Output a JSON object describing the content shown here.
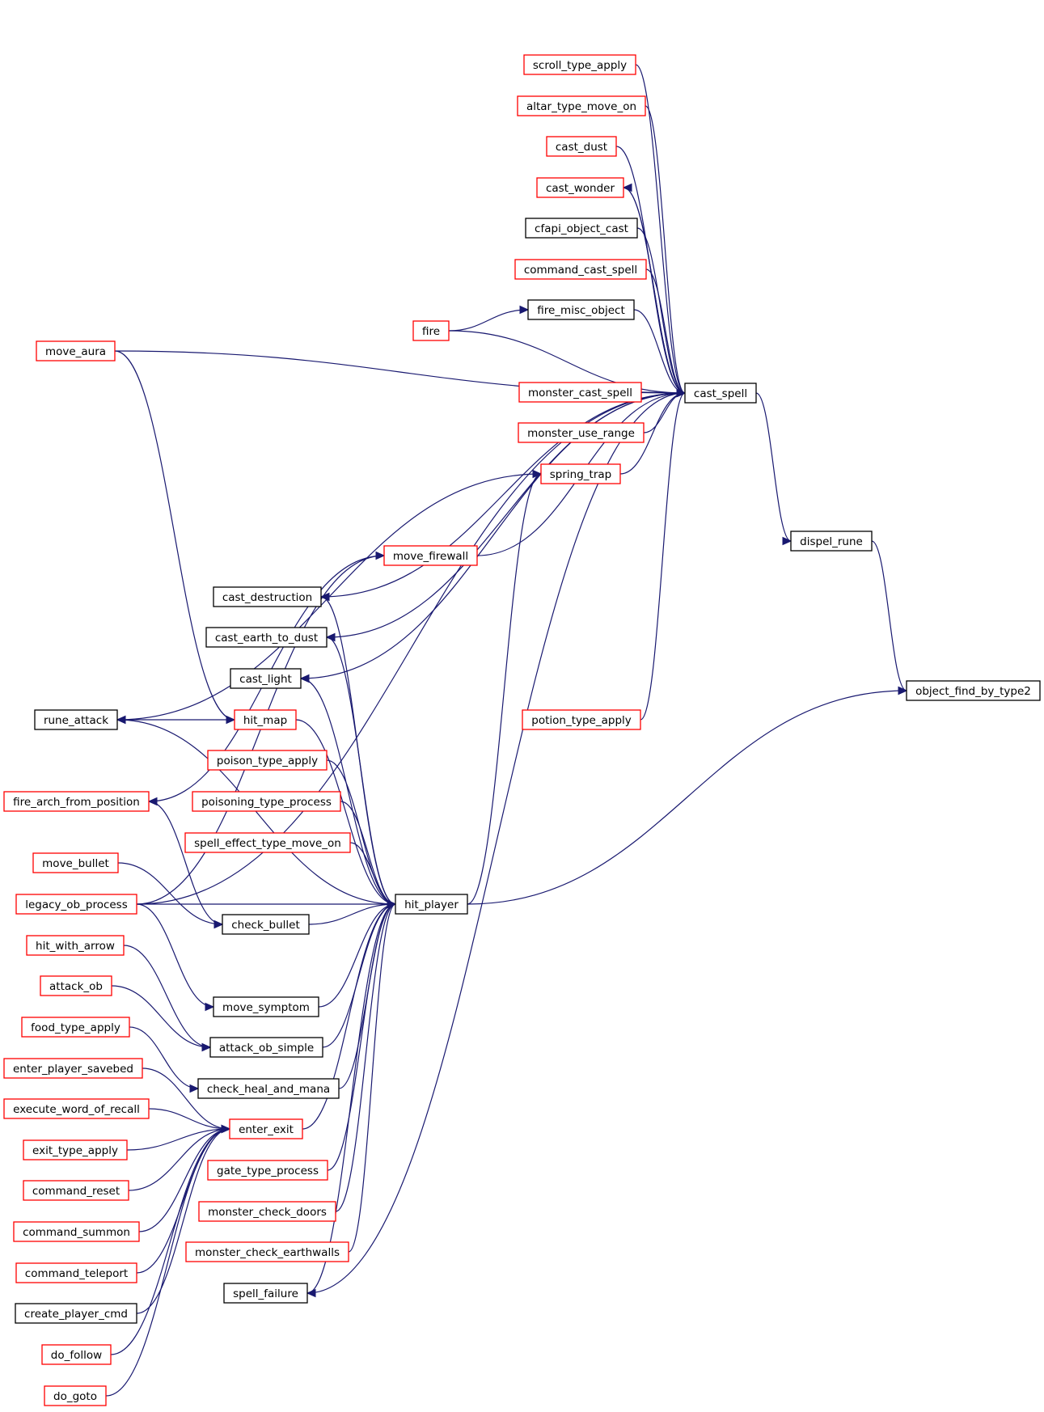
{
  "colors": {
    "edge": "#191970",
    "border_documented": "#000000",
    "border_undocumented": "#ff0000",
    "focus_fill": "#bfbfbf",
    "background": "#ffffff"
  },
  "nodes": {
    "object_find_by_type2": {
      "label": "object_find_by_type2",
      "status": "focus"
    },
    "dispel_rune": {
      "label": "dispel_rune",
      "status": "documented"
    },
    "cast_spell": {
      "label": "cast_spell",
      "status": "documented"
    },
    "hit_player": {
      "label": "hit_player",
      "status": "documented"
    },
    "scroll_type_apply": {
      "label": "scroll_type_apply",
      "status": "undocumented"
    },
    "altar_type_move_on": {
      "label": "altar_type_move_on",
      "status": "undocumented"
    },
    "cast_dust": {
      "label": "cast_dust",
      "status": "undocumented"
    },
    "cast_wonder": {
      "label": "cast_wonder",
      "status": "undocumented"
    },
    "cfapi_object_cast": {
      "label": "cfapi_object_cast",
      "status": "documented"
    },
    "command_cast_spell": {
      "label": "command_cast_spell",
      "status": "undocumented"
    },
    "fire_misc_object": {
      "label": "fire_misc_object",
      "status": "documented"
    },
    "fire": {
      "label": "fire",
      "status": "undocumented"
    },
    "monster_cast_spell": {
      "label": "monster_cast_spell",
      "status": "undocumented"
    },
    "monster_use_range": {
      "label": "monster_use_range",
      "status": "undocumented"
    },
    "spring_trap": {
      "label": "spring_trap",
      "status": "undocumented"
    },
    "move_firewall": {
      "label": "move_firewall",
      "status": "undocumented"
    },
    "cast_destruction": {
      "label": "cast_destruction",
      "status": "documented"
    },
    "cast_earth_to_dust": {
      "label": "cast_earth_to_dust",
      "status": "documented"
    },
    "cast_light": {
      "label": "cast_light",
      "status": "documented"
    },
    "potion_type_apply": {
      "label": "potion_type_apply",
      "status": "undocumented"
    },
    "move_aura": {
      "label": "move_aura",
      "status": "undocumented"
    },
    "rune_attack": {
      "label": "rune_attack",
      "status": "documented"
    },
    "hit_map": {
      "label": "hit_map",
      "status": "undocumented"
    },
    "fire_arch_from_position": {
      "label": "fire_arch_from_position",
      "status": "undocumented"
    },
    "move_bullet": {
      "label": "move_bullet",
      "status": "undocumented"
    },
    "legacy_ob_process": {
      "label": "legacy_ob_process",
      "status": "undocumented"
    },
    "hit_with_arrow": {
      "label": "hit_with_arrow",
      "status": "undocumented"
    },
    "attack_ob": {
      "label": "attack_ob",
      "status": "undocumented"
    },
    "food_type_apply": {
      "label": "food_type_apply",
      "status": "undocumented"
    },
    "enter_player_savebed": {
      "label": "enter_player_savebed",
      "status": "undocumented"
    },
    "execute_word_of_recall": {
      "label": "execute_word_of_recall",
      "status": "undocumented"
    },
    "exit_type_apply": {
      "label": "exit_type_apply",
      "status": "undocumented"
    },
    "command_reset": {
      "label": "command_reset",
      "status": "undocumented"
    },
    "command_summon": {
      "label": "command_summon",
      "status": "undocumented"
    },
    "command_teleport": {
      "label": "command_teleport",
      "status": "undocumented"
    },
    "create_player_cmd": {
      "label": "create_player_cmd",
      "status": "documented"
    },
    "do_follow": {
      "label": "do_follow",
      "status": "undocumented"
    },
    "do_goto": {
      "label": "do_goto",
      "status": "undocumented"
    },
    "poison_type_apply": {
      "label": "poison_type_apply",
      "status": "undocumented"
    },
    "poisoning_type_process": {
      "label": "poisoning_type_process",
      "status": "undocumented"
    },
    "spell_effect_type_move_on": {
      "label": "spell_effect_type_move_on",
      "status": "undocumented"
    },
    "check_bullet": {
      "label": "check_bullet",
      "status": "documented"
    },
    "move_symptom": {
      "label": "move_symptom",
      "status": "documented"
    },
    "attack_ob_simple": {
      "label": "attack_ob_simple",
      "status": "documented"
    },
    "check_heal_and_mana": {
      "label": "check_heal_and_mana",
      "status": "documented"
    },
    "enter_exit": {
      "label": "enter_exit",
      "status": "undocumented"
    },
    "gate_type_process": {
      "label": "gate_type_process",
      "status": "undocumented"
    },
    "monster_check_doors": {
      "label": "monster_check_doors",
      "status": "undocumented"
    },
    "monster_check_earthwalls": {
      "label": "monster_check_earthwalls",
      "status": "undocumented"
    },
    "spell_failure": {
      "label": "spell_failure",
      "status": "documented"
    }
  },
  "edges": [
    [
      "dispel_rune",
      "object_find_by_type2"
    ],
    [
      "hit_player",
      "object_find_by_type2"
    ],
    [
      "cast_spell",
      "dispel_rune"
    ],
    [
      "scroll_type_apply",
      "cast_spell"
    ],
    [
      "altar_type_move_on",
      "cast_spell"
    ],
    [
      "cast_dust",
      "cast_spell"
    ],
    [
      "cast_wonder",
      "cast_spell"
    ],
    [
      "cast_spell",
      "cast_wonder"
    ],
    [
      "cfapi_object_cast",
      "cast_spell"
    ],
    [
      "command_cast_spell",
      "cast_spell"
    ],
    [
      "fire_misc_object",
      "cast_spell"
    ],
    [
      "fire",
      "fire_misc_object"
    ],
    [
      "fire",
      "cast_spell"
    ],
    [
      "monster_cast_spell",
      "cast_spell"
    ],
    [
      "monster_use_range",
      "cast_spell"
    ],
    [
      "spring_trap",
      "cast_spell"
    ],
    [
      "move_aura",
      "cast_spell"
    ],
    [
      "legacy_ob_process",
      "cast_spell"
    ],
    [
      "move_firewall",
      "cast_spell"
    ],
    [
      "cast_spell",
      "cast_destruction"
    ],
    [
      "cast_spell",
      "cast_earth_to_dust"
    ],
    [
      "cast_spell",
      "cast_light"
    ],
    [
      "potion_type_apply",
      "cast_spell"
    ],
    [
      "cast_spell",
      "spell_failure"
    ],
    [
      "spring_trap",
      "rune_attack"
    ],
    [
      "hit_player",
      "spring_trap"
    ],
    [
      "move_aura",
      "hit_map"
    ],
    [
      "legacy_ob_process",
      "move_firewall"
    ],
    [
      "move_firewall",
      "fire_arch_from_position"
    ],
    [
      "hit_map",
      "rune_attack"
    ],
    [
      "rune_attack",
      "hit_player"
    ],
    [
      "hit_player",
      "cast_destruction"
    ],
    [
      "hit_player",
      "cast_earth_to_dust"
    ],
    [
      "hit_player",
      "cast_light"
    ],
    [
      "hit_map",
      "hit_player"
    ],
    [
      "poison_type_apply",
      "hit_player"
    ],
    [
      "poisoning_type_process",
      "hit_player"
    ],
    [
      "spell_effect_type_move_on",
      "hit_player"
    ],
    [
      "check_bullet",
      "hit_player"
    ],
    [
      "legacy_ob_process",
      "hit_player"
    ],
    [
      "move_symptom",
      "hit_player"
    ],
    [
      "attack_ob_simple",
      "hit_player"
    ],
    [
      "check_heal_and_mana",
      "hit_player"
    ],
    [
      "enter_exit",
      "hit_player"
    ],
    [
      "gate_type_process",
      "hit_player"
    ],
    [
      "monster_check_doors",
      "hit_player"
    ],
    [
      "monster_check_earthwalls",
      "hit_player"
    ],
    [
      "spell_failure",
      "hit_player"
    ],
    [
      "fire_arch_from_position",
      "check_bullet"
    ],
    [
      "move_bullet",
      "check_bullet"
    ],
    [
      "legacy_ob_process",
      "move_symptom"
    ],
    [
      "hit_with_arrow",
      "attack_ob_simple"
    ],
    [
      "attack_ob",
      "attack_ob_simple"
    ],
    [
      "food_type_apply",
      "check_heal_and_mana"
    ],
    [
      "enter_player_savebed",
      "enter_exit"
    ],
    [
      "execute_word_of_recall",
      "enter_exit"
    ],
    [
      "exit_type_apply",
      "enter_exit"
    ],
    [
      "command_reset",
      "enter_exit"
    ],
    [
      "command_summon",
      "enter_exit"
    ],
    [
      "command_teleport",
      "enter_exit"
    ],
    [
      "create_player_cmd",
      "enter_exit"
    ],
    [
      "do_follow",
      "enter_exit"
    ],
    [
      "do_goto",
      "enter_exit"
    ]
  ]
}
